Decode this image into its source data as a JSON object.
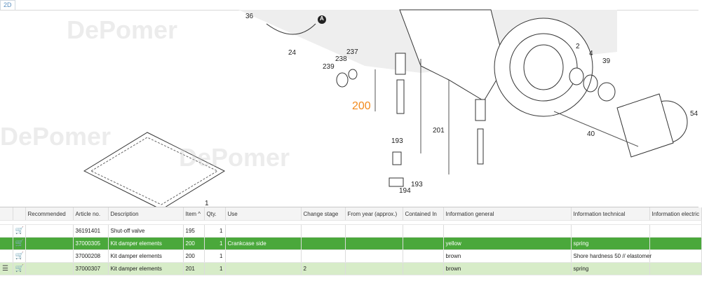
{
  "tab": {
    "label": "2D"
  },
  "drawing": {
    "watermark": "DePomer",
    "numbers": [
      "36",
      "24",
      "238",
      "237",
      "239",
      "200",
      "2",
      "4",
      "39",
      "201",
      "193",
      "40",
      "54",
      "194",
      "193",
      "1"
    ],
    "callout": "A"
  },
  "table": {
    "headers": [
      "Recommended",
      "Article no.",
      "Description",
      "Item ^",
      "Qty.",
      "Use",
      "Change stage",
      "From year (approx.)",
      "Contained In",
      "Information general",
      "Information technical",
      "Information electric"
    ],
    "rows": [
      {
        "article": "36191401",
        "description": "Shut-off valve",
        "item": "195",
        "qty": "1",
        "use": "",
        "change": "",
        "from": "",
        "contained": "",
        "general": "",
        "technical": "",
        "electric": ""
      },
      {
        "article": "37000305",
        "description": "Kit damper elements",
        "item": "200",
        "qty": "1",
        "use": "Crankcase side",
        "change": "",
        "from": "",
        "contained": "",
        "general": "yellow",
        "technical": "spring",
        "electric": ""
      },
      {
        "article": "37000208",
        "description": "Kit damper elements",
        "item": "200",
        "qty": "1",
        "use": "",
        "change": "",
        "from": "",
        "contained": "",
        "general": "brown",
        "technical": "Shore hardness 50 // elastomer",
        "electric": ""
      },
      {
        "article": "37000307",
        "description": "Kit damper elements",
        "item": "201",
        "qty": "1",
        "use": "",
        "change": "2",
        "from": "",
        "contained": "",
        "general": "brown",
        "technical": "spring",
        "electric": ""
      }
    ]
  }
}
